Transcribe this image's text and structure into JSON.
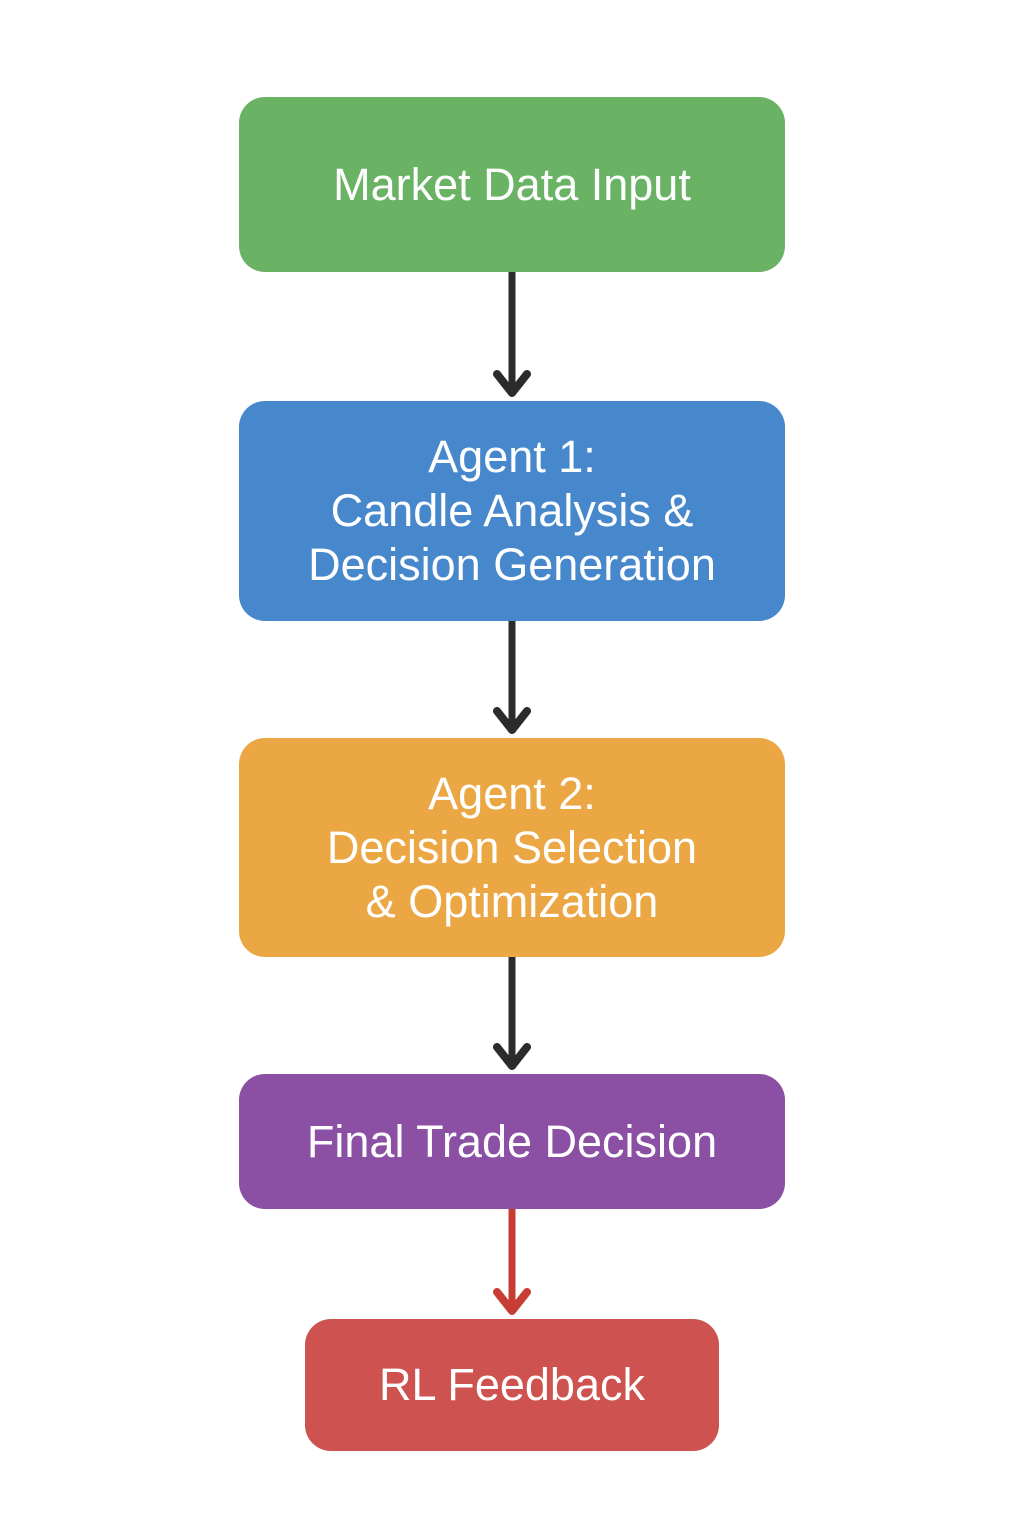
{
  "diagram": {
    "type": "flowchart",
    "direction": "top-to-bottom",
    "nodes": [
      {
        "id": "market-data-input",
        "label": "Market Data Input",
        "color": "#6ab264"
      },
      {
        "id": "agent-1",
        "label": "Agent 1:\nCandle Analysis &\nDecision Generation",
        "color": "#4688cb"
      },
      {
        "id": "agent-2",
        "label": "Agent 2:\nDecision Selection\n& Optimization",
        "color": "#eba744"
      },
      {
        "id": "final-trade-decision",
        "label": "Final Trade Decision",
        "color": "#8b4fa4"
      },
      {
        "id": "rl-feedback",
        "label": "RL Feedback",
        "color": "#cd5250"
      }
    ],
    "edges": [
      {
        "from": "market-data-input",
        "to": "agent-1",
        "color": "#2b2b2b"
      },
      {
        "from": "agent-1",
        "to": "agent-2",
        "color": "#2b2b2b"
      },
      {
        "from": "agent-2",
        "to": "final-trade-decision",
        "color": "#2b2b2b"
      },
      {
        "from": "final-trade-decision",
        "to": "rl-feedback",
        "color": "#c73d36"
      }
    ]
  }
}
